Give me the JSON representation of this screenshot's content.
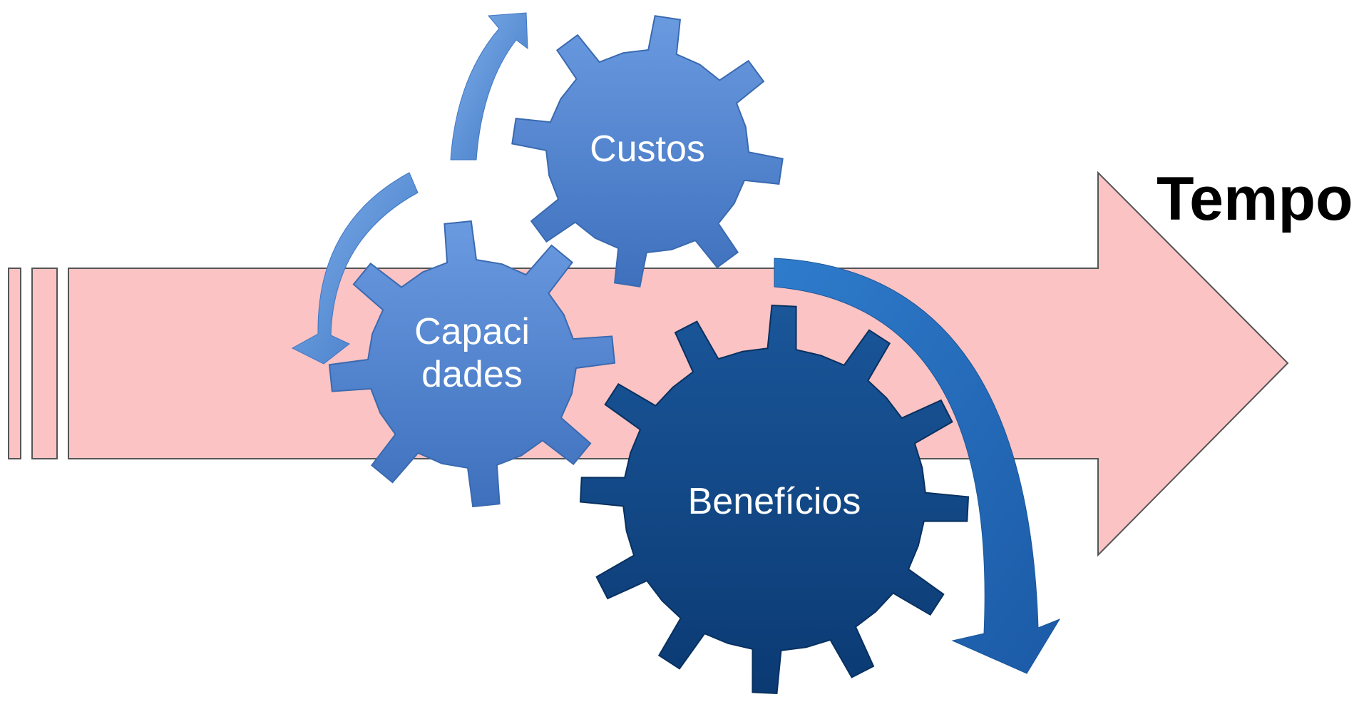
{
  "diagram": {
    "time_label": "Tempo",
    "gears": {
      "custos": {
        "label": "Custos",
        "colors": [
          "#6a9ae0",
          "#3e70bd"
        ]
      },
      "capacidades": {
        "label_line1": "Capaci",
        "label_line2": "dades",
        "colors": [
          "#6a9ae0",
          "#3e70bd"
        ]
      },
      "beneficios": {
        "label": "Benefícios",
        "colors": [
          "#1a5699",
          "#0b3a73"
        ]
      }
    },
    "colors": {
      "timeline_fill": "#fbc3c3",
      "timeline_stroke": "#555555",
      "cycle_arrow": "#4a86cf",
      "benefit_arrow": "#2a6fbe"
    }
  }
}
